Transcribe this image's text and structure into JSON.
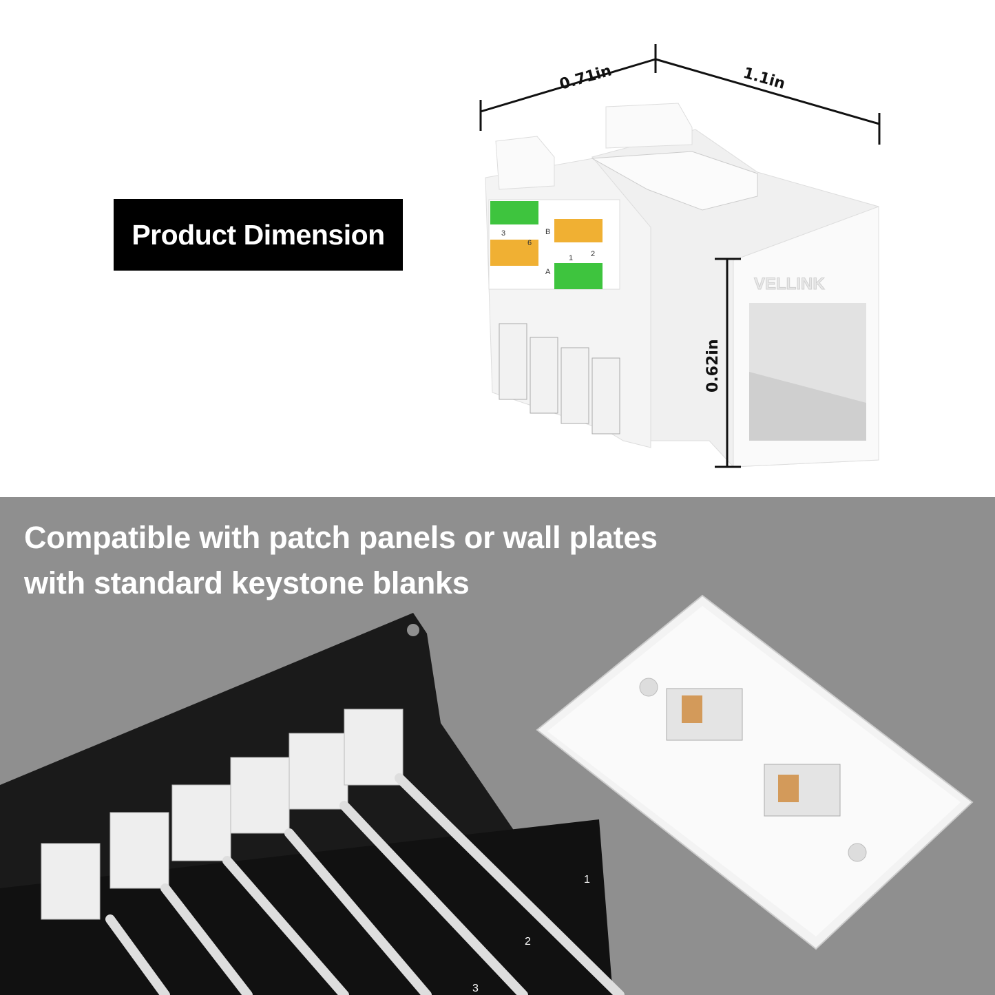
{
  "dimension_section": {
    "label": "Product Dimension",
    "dimensions": {
      "width": "0.71in",
      "length": "1.1in",
      "height": "0.62in"
    },
    "jack_labels": {
      "brand": "VELLINK",
      "pins": [
        "3",
        "6",
        "B",
        "1",
        "2",
        "A"
      ]
    }
  },
  "compatibility_section": {
    "headline_line1": "Compatible with patch panels or wall plates",
    "headline_line2": "with standard keystone blanks",
    "panel_port_numbers": [
      "1",
      "2",
      "3"
    ]
  },
  "colors": {
    "background_bottom": "#8f8f8f",
    "label_box": "#000000",
    "wiring_green": "#3ec43e",
    "wiring_orange": "#f0b033"
  }
}
